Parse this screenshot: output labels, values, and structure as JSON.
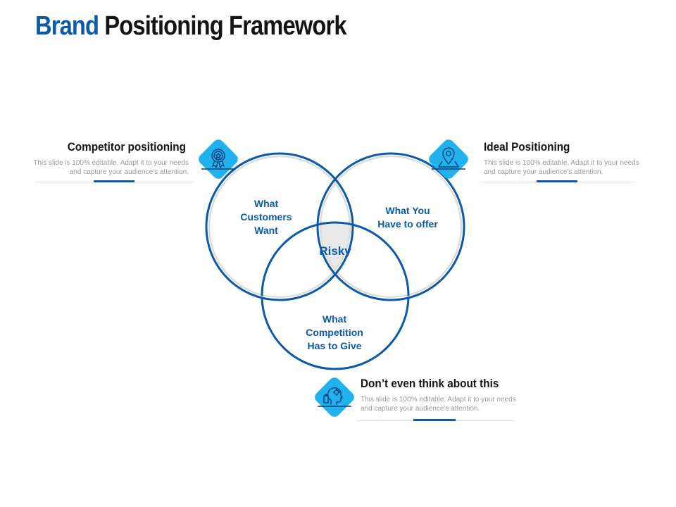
{
  "title": {
    "accent": "Brand",
    "rest": " Positioning Framework"
  },
  "callouts": [
    {
      "title": "Competitor positioning",
      "text": "This slide is 100% editable.  Adapt it to your needs and capture your audience's attention.",
      "icon": "award-ribbon-icon"
    },
    {
      "title": "Ideal Positioning",
      "text": "This slide is 100% editable.  Adapt it to your needs and capture your audience's attention.",
      "icon": "map-pin-icon"
    },
    {
      "title": "Don’t even think about this",
      "text": "This slide is 100% editable.  Adapt it to your needs and capture your audience's attention.",
      "icon": "thinking-head-icon"
    }
  ],
  "venn": {
    "circles": [
      {
        "label_lines": [
          "What",
          "Customers",
          "Want"
        ]
      },
      {
        "label_lines": [
          "What You",
          "Have to offer"
        ]
      },
      {
        "label_lines": [
          "What",
          "Competition",
          "Has to Give"
        ]
      }
    ],
    "center": "Risky"
  },
  "colors": {
    "primary": "#0b5aa8",
    "icon_bg": "#1fb2ef",
    "text_dark": "#141414",
    "text_muted": "#9a9a9a",
    "center_fill": "#e9e9e9"
  }
}
